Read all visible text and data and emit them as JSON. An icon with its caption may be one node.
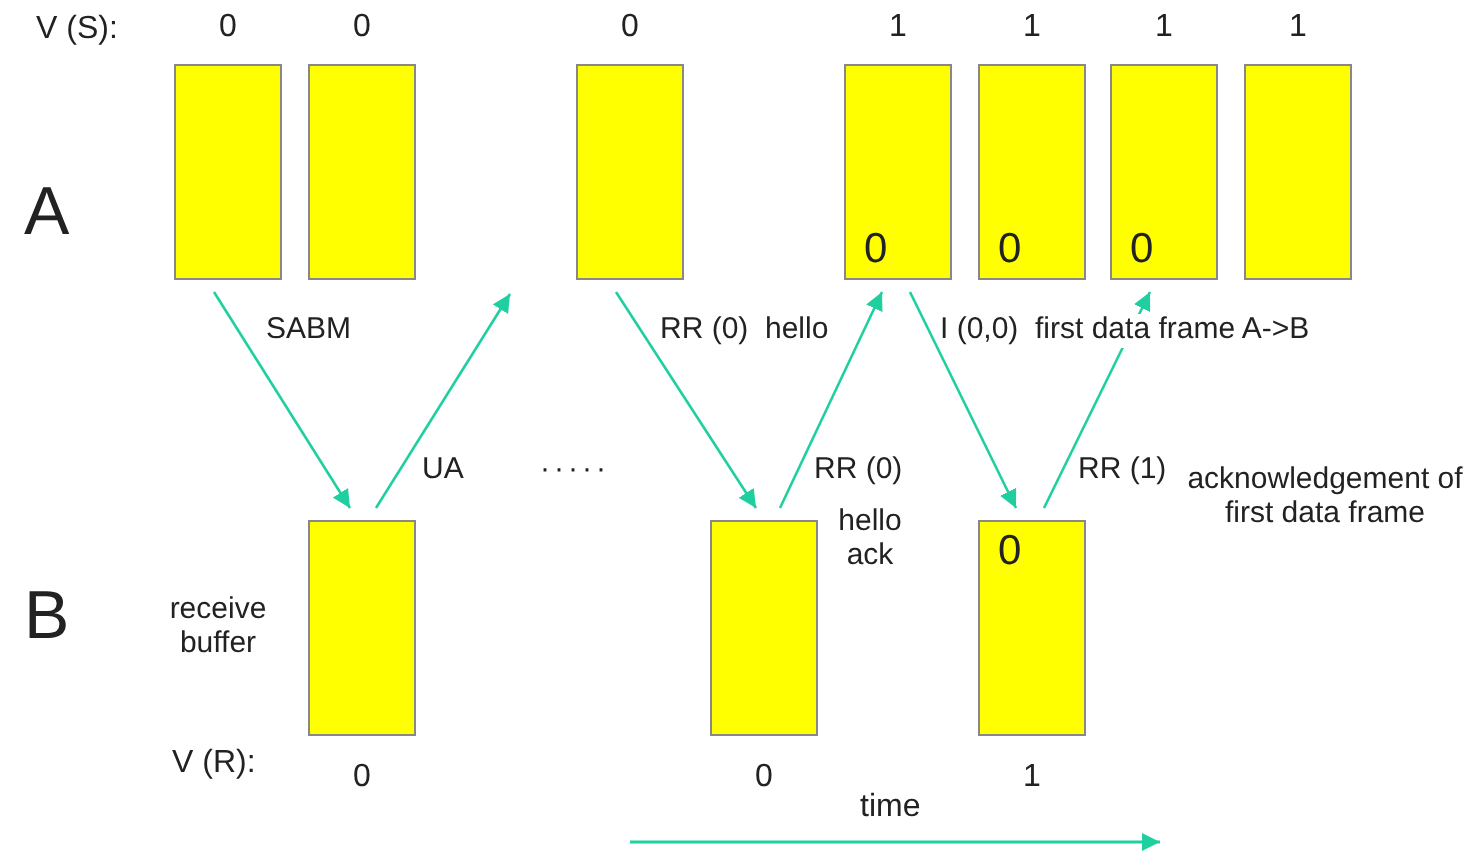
{
  "diagram": {
    "nodes": [
      {
        "text": [],
        "shape": "box",
        "beside": [
          "0"
        ]
      },
      {
        "text": [],
        "shape": "box",
        "beside": [
          "0"
        ]
      },
      {
        "text": [],
        "shape": "box",
        "beside": [
          "0"
        ]
      },
      {
        "text": [
          "0"
        ],
        "beside": [
          "1"
        ]
      },
      {
        "text": [
          "0"
        ],
        "beside": [
          "1"
        ]
      },
      {
        "text": [
          "0"
        ],
        "beside": [
          "1"
        ]
      },
      {
        "text": [],
        "shape": "box",
        "beside": [
          "1"
        ]
      },
      {
        "text": [],
        "shape": "box",
        "beside": [
          "0"
        ]
      },
      {
        "text": [],
        "shape": "box",
        "beside": [
          "0"
        ]
      },
      {
        "text": [
          "0"
        ],
        "beside": [
          "1"
        ]
      }
    ],
    "edges": [
      {
        "from": 0,
        "to": 7,
        "arrow": "to",
        "label": "SABM"
      },
      {
        "from": 7,
        "to": null,
        "arrow": "to",
        "label": "UA"
      },
      {
        "from": 2,
        "to": 8,
        "arrow": "to",
        "label": "RR (0)  hello"
      },
      {
        "from": 8,
        "to": 3,
        "arrow": "to",
        "label": "RR (0)"
      },
      {
        "from": 3,
        "to": 9,
        "arrow": "to",
        "label": "I (0,0)  first data frame A->B"
      },
      {
        "from": 9,
        "to": 5,
        "arrow": "to",
        "label": "RR (1)"
      }
    ],
    "labels": [
      "V (S):",
      "A",
      "B",
      "receive buffer",
      "V (R):",
      "·····",
      "hello ack",
      "acknowledgement of first data frame",
      "time"
    ]
  }
}
